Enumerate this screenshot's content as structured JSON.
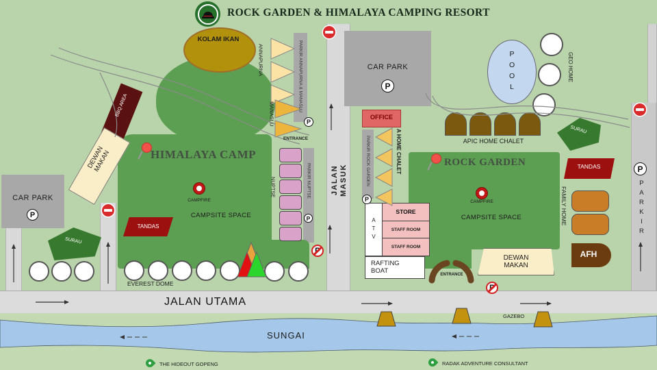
{
  "header": {
    "title": "ROCK GARDEN & HIMALAYA CAMPING RESORT"
  },
  "labels": {
    "car_park": "CAR PARK",
    "surau": "SURAU",
    "tandas": "TANDAS",
    "dewan_makan": "DEWAN MAKAN",
    "bbq_area": "BBQ AREA",
    "kolam_ikan": "KOLAM IKAN",
    "everest_dome": "EVEREST DOME",
    "himalaya_camp": "HIMALAYA CAMP",
    "rock_garden": "ROCK GARDEN",
    "campfire": "CAMPFIRE",
    "campsite_space": "CAMPSITE SPACE",
    "annapurna": "ANNAPURNA",
    "manaslu": "MANASLU",
    "parkir_annapurna_manaslu": "PARKIR ANNAPURNA & MANASLU",
    "entrance": "ENTRANCE",
    "nuptse": "NUPTSE",
    "parkir_nuptse": "PARKIR NUPTSE",
    "jalan_masuk": "JALAN MASUK",
    "office": "OFFICE",
    "parkir_rock_garden": "PARKIR ROCK GARDEN",
    "a_home_chalet": "A HOME CHALET",
    "atv": "ATV",
    "store": "STORE",
    "staff_room": "STAFF ROOM",
    "rafting_boat": "RAFTING BOAT",
    "pool": "POOL",
    "geo_home": "GEO HOME",
    "apic_home_chalet": "APIC HOME CHALET",
    "family_home": "FAMILY HOME",
    "afh": "AFH",
    "parkir": "PARKIR",
    "jalan_utama": "JALAN UTAMA",
    "sungai": "SUNGAI",
    "gazebo": "GAZEBO",
    "hideout": "THE HIDEOUT GOPENG",
    "radak": "RADAK ADVENTURE CONSULTANT",
    "parking_symbol": "P"
  },
  "colors": {
    "background": "#b9d3ab",
    "camp_green": "#5c9e52",
    "road_light": "#d9d9d9",
    "parkir_gray": "#a8a8a8",
    "river_blue": "#a5c7e9",
    "bank_green": "#c2d9b2",
    "tandas_red": "#9c1010",
    "office_salmon": "#e06666",
    "nuptse_pink": "#d9a2c8",
    "staff_pink": "#f3bfbf",
    "chalet_gold": "#f2c55e",
    "annapurna_light": "#fae3a5",
    "manaslu_gold": "#eeb53d",
    "apic_brown": "#7b5a10",
    "family_orange": "#c87d26",
    "afh_brown": "#6b3c10",
    "pool_blue": "#c3d8ee",
    "surau_green": "#37792e",
    "kolam_gold": "#b2910c",
    "dewan_cream": "#faeec9",
    "no_entry_red": "#d92b2b",
    "pin_red": "#f05149",
    "pin_green": "#2f9e41"
  }
}
